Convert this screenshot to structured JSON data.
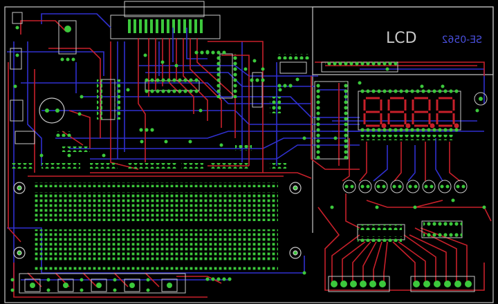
{
  "board": {
    "lcd_label": "LCD",
    "mirrored_code": "SE-0562",
    "colors": {
      "background": "#000000",
      "outline": "#c8c8c8",
      "top_trace": "#c8202a",
      "bottom_trace": "#3030d0",
      "pad": "#3cc83c",
      "silkscreen": "#c8c8c8",
      "code_text": "#4a50e0"
    }
  },
  "components": {
    "regulator": "regulator-package",
    "lcd_connector": "lcd-header-connector",
    "electrolytic_cap": "electrolytic-capacitor",
    "seven_segment_display": "four-digit-seven-segment-display",
    "breadboard": "solderless-breadboard-grid",
    "push_buttons": "tactile-switch-row",
    "screw_terminals": "screw-terminal-blocks",
    "potentiometer": "trim-potentiometer"
  }
}
